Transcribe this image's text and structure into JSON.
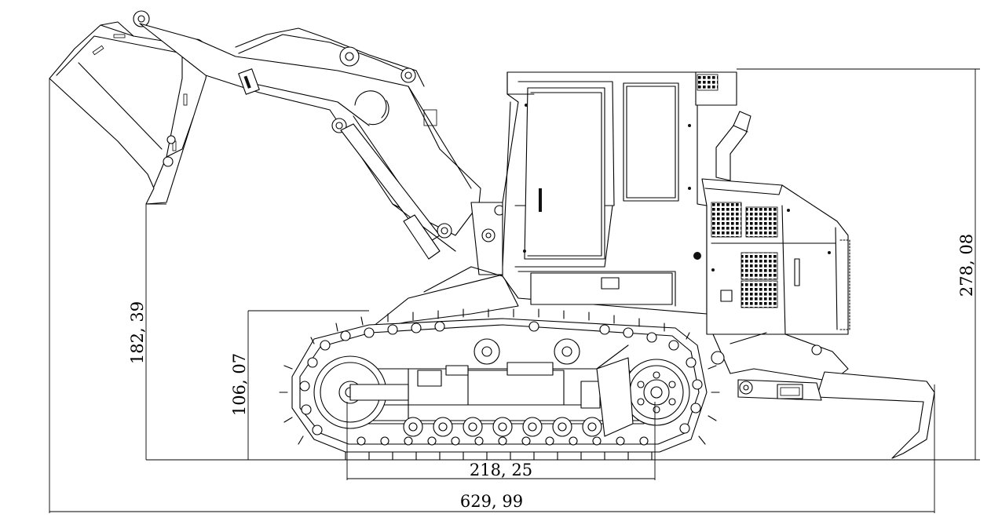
{
  "dimensions": {
    "overall_length": "629, 99",
    "track_centers": "218, 25",
    "overall_height": "278, 08",
    "bucket_edge_height": "182, 39",
    "track_height": "106, 07"
  },
  "colors": {
    "line": "#000000",
    "background": "#ffffff"
  }
}
